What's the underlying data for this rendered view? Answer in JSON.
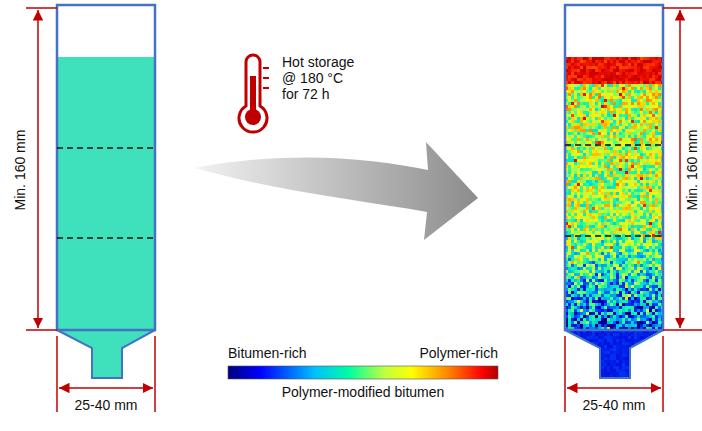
{
  "diagram": {
    "labels": [
      "Min. 160 mm",
      "25-40 mm",
      "Hot storage @ 180 °C for 72 h",
      "Bitumen-rich",
      "Polymer-rich",
      "Polymer-modified bitumen",
      "Min. 160 mm",
      "25-40 mm"
    ]
  }
}
